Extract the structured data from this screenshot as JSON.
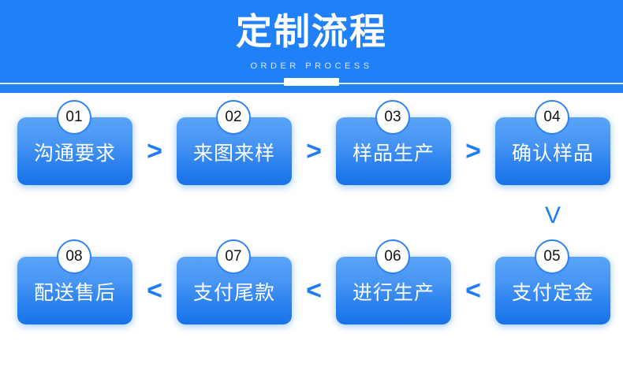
{
  "header": {
    "title": "定制流程",
    "subtitle": "ORDER PROCESS",
    "background_color": "#2080f8",
    "title_color": "#ffffff",
    "subtitle_color": "#d6e7fe"
  },
  "theme": {
    "box_gradient_top": "#5aa3f7",
    "box_gradient_bottom": "#1873e8",
    "arrow_color": "#1f7cf2",
    "badge_border_color": "#2f82ef",
    "badge_fill_color": "#ffffff",
    "badge_text_color": "#111111",
    "page_background": "#ffffff"
  },
  "flow": {
    "row_top": {
      "direction": "left-to-right",
      "arrow_glyph": ">",
      "steps": [
        {
          "number": "01",
          "label": "沟通要求"
        },
        {
          "number": "02",
          "label": "来图来样"
        },
        {
          "number": "03",
          "label": "样品生产"
        },
        {
          "number": "04",
          "label": "确认样品"
        }
      ]
    },
    "connector": {
      "glyph": "V",
      "direction": "downward",
      "position": "right"
    },
    "row_bottom": {
      "direction": "right-to-left",
      "arrow_glyph": "<",
      "steps": [
        {
          "number": "08",
          "label": "配送售后"
        },
        {
          "number": "07",
          "label": "支付尾款"
        },
        {
          "number": "06",
          "label": "进行生产"
        },
        {
          "number": "05",
          "label": "支付定金"
        }
      ]
    }
  }
}
